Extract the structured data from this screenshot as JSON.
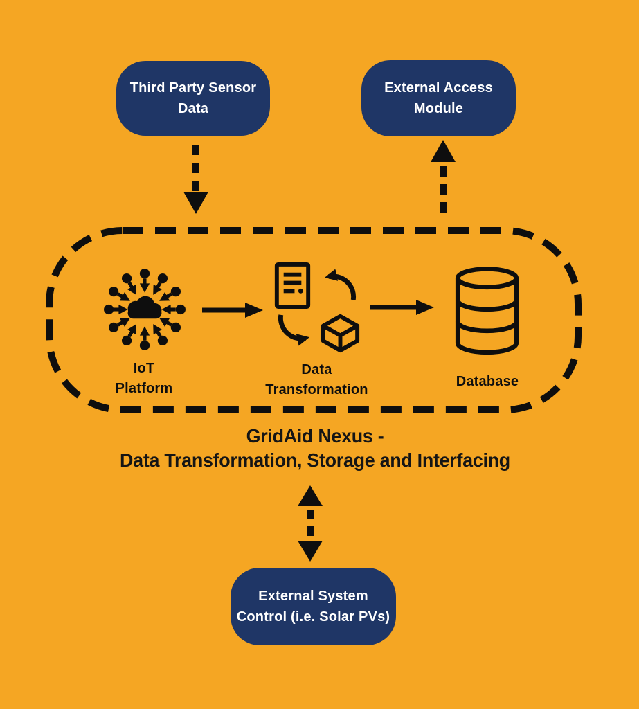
{
  "colors": {
    "background": "#F5A623",
    "node_fill": "#1F3666",
    "node_text": "#FFFFFF",
    "ink": "#0E0E0E"
  },
  "nodes": {
    "third_party_sensor": {
      "line1": "Third Party Sensor",
      "line2": "Data"
    },
    "external_access": {
      "line1": "External Access",
      "line2": "Module"
    },
    "external_system": {
      "line1": "External System",
      "line2": "Control (i.e. Solar PVs)"
    }
  },
  "nexus": {
    "title_line1": "GridAid Nexus -",
    "title_line2": "Data Transformation, Storage and Interfacing",
    "components": [
      {
        "line1": "IoT",
        "line2": "Platform",
        "icon": "iot-network-cloud-icon"
      },
      {
        "line1": "Data",
        "line2": "Transformation",
        "icon": "document-cube-transform-icon"
      },
      {
        "line1": "Database",
        "icon": "database-cylinder-icon"
      }
    ]
  },
  "connections": [
    {
      "from": "Third Party Sensor Data",
      "to": "GridAid Nexus",
      "style": "dashed",
      "direction": "down"
    },
    {
      "from": "GridAid Nexus",
      "to": "External Access Module",
      "style": "dashed",
      "direction": "up"
    },
    {
      "from": "IoT Platform",
      "to": "Data Transformation",
      "style": "solid",
      "direction": "right"
    },
    {
      "from": "Data Transformation",
      "to": "Database",
      "style": "solid",
      "direction": "right"
    },
    {
      "from": "GridAid Nexus",
      "to": "External System Control (i.e. Solar PVs)",
      "style": "dashed",
      "direction": "both"
    }
  ]
}
